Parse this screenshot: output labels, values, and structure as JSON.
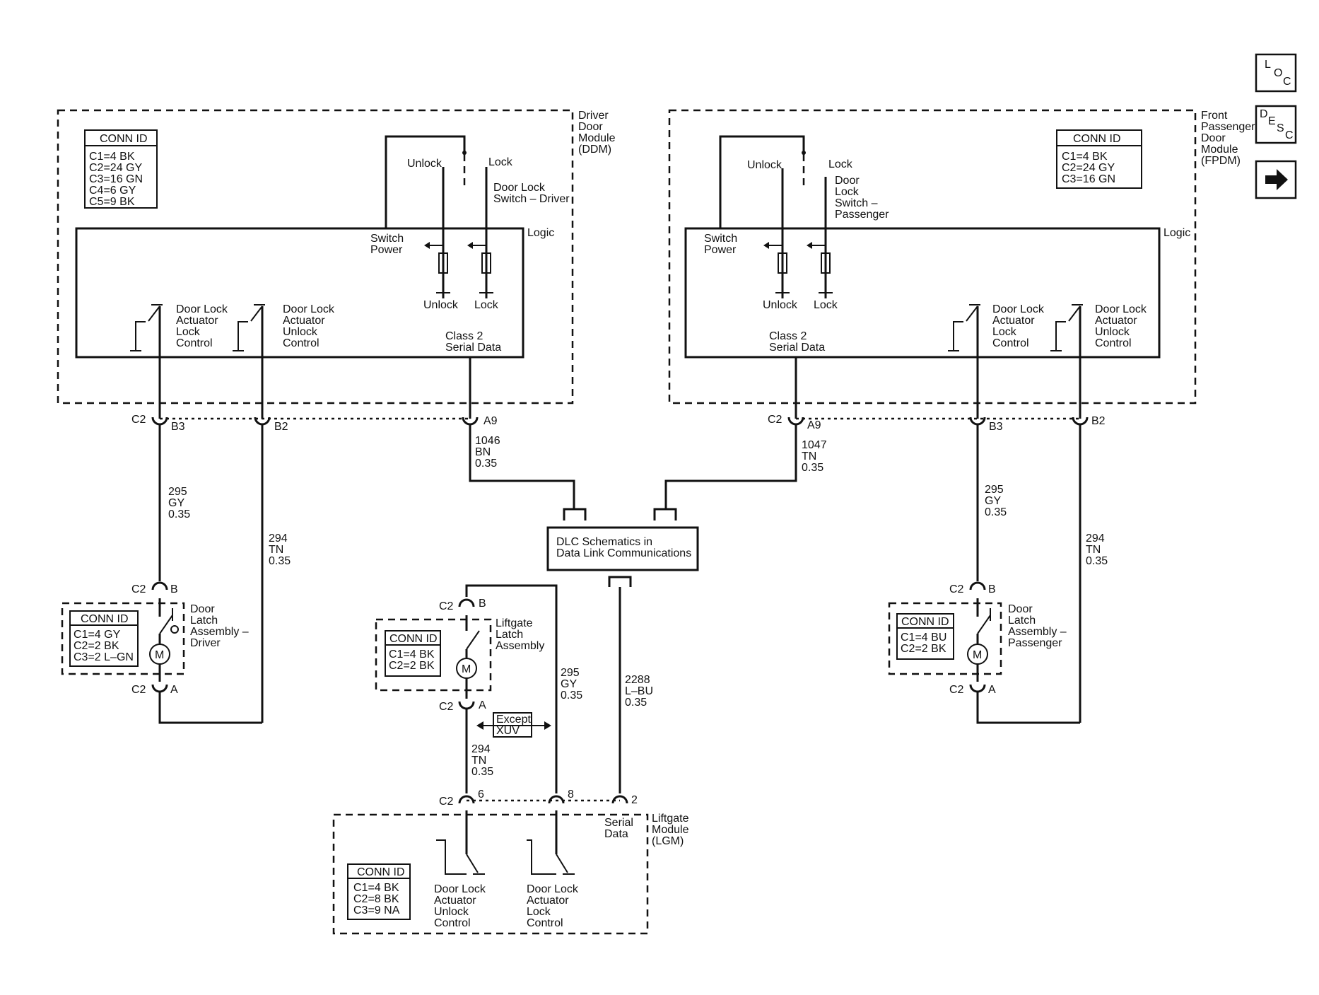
{
  "nav": {
    "loc": [
      "L",
      "O",
      "C"
    ],
    "desc": [
      "D",
      "E",
      "S",
      "C"
    ],
    "next_icon": "arrow-right-icon"
  },
  "ddm": {
    "title": [
      "Driver",
      "Door",
      "Module",
      "(DDM)"
    ],
    "conn_id": {
      "header": "CONN ID",
      "rows": [
        "C1=4 BK",
        "C2=24 GY",
        "C3=16 GN",
        "C4=6 GY",
        "C5=9 BK"
      ]
    },
    "unlock": "Unlock",
    "lock": "Lock",
    "switch_label": [
      "Door Lock",
      "Switch – Driver"
    ],
    "logic": "Logic",
    "switch_power": [
      "Switch",
      "Power"
    ],
    "gnd_unlock": "Unlock",
    "gnd_lock": "Lock",
    "act_lock": [
      "Door Lock",
      "Actuator",
      "Lock",
      "Control"
    ],
    "act_unlock": [
      "Door Lock",
      "Actuator",
      "Unlock",
      "Control"
    ],
    "serial": [
      "Class 2",
      "Serial Data"
    ],
    "conn": "C2",
    "pins": [
      "B3",
      "B2",
      "A9"
    ]
  },
  "fpdm": {
    "title": [
      "Front",
      "Passenger",
      "Door",
      "Module",
      "(FPDM)"
    ],
    "conn_id": {
      "header": "CONN ID",
      "rows": [
        "C1=4 BK",
        "C2=24 GY",
        "C3=16 GN"
      ]
    },
    "unlock": "Unlock",
    "lock": "Lock",
    "switch_label": [
      "Door",
      "Lock",
      "Switch –",
      "Passenger"
    ],
    "logic": "Logic",
    "switch_power": [
      "Switch",
      "Power"
    ],
    "gnd_unlock": "Unlock",
    "gnd_lock": "Lock",
    "act_lock": [
      "Door Lock",
      "Actuator",
      "Lock",
      "Control"
    ],
    "act_unlock": [
      "Door Lock",
      "Actuator",
      "Unlock",
      "Control"
    ],
    "serial": [
      "Class 2",
      "Serial Data"
    ],
    "conn": "C2",
    "pins": [
      "A9",
      "B3",
      "B2"
    ]
  },
  "wires": {
    "w1046": [
      "1046",
      "BN",
      "0.35"
    ],
    "w1047": [
      "1047",
      "TN",
      "0.35"
    ],
    "w295_left": [
      "295",
      "GY",
      "0.35"
    ],
    "w294_left": [
      "294",
      "TN",
      "0.35"
    ],
    "w295_right": [
      "295",
      "GY",
      "0.35"
    ],
    "w294_right": [
      "294",
      "TN",
      "0.35"
    ],
    "w295_lift": [
      "295",
      "GY",
      "0.35"
    ],
    "w294_lift": [
      "294",
      "TN",
      "0.35"
    ],
    "w2288": [
      "2288",
      "L–BU",
      "0.35"
    ]
  },
  "dlc": {
    "text": [
      "DLC Schematics in",
      "Data Link Communications"
    ]
  },
  "latch_driver": {
    "title": [
      "Door",
      "Latch",
      "Assembly –",
      "Driver"
    ],
    "conn_id": {
      "header": "CONN ID",
      "rows": [
        "C1=4 GY",
        "C2=2 BK",
        "C3=2 L–GN"
      ]
    },
    "top_conn": "C2",
    "top_pin": "B",
    "bot_conn": "C2",
    "bot_pin": "A",
    "motor": "M"
  },
  "latch_passenger": {
    "title": [
      "Door",
      "Latch",
      "Assembly –",
      "Passenger"
    ],
    "conn_id": {
      "header": "CONN ID",
      "rows": [
        "C1=4 BU",
        "C2=2 BK"
      ]
    },
    "top_conn": "C2",
    "top_pin": "B",
    "bot_conn": "C2",
    "bot_pin": "A",
    "motor": "M"
  },
  "latch_liftgate": {
    "title": [
      "Liftgate",
      "Latch",
      "Assembly"
    ],
    "conn_id": {
      "header": "CONN ID",
      "rows": [
        "C1=4 BK",
        "C2=2 BK"
      ]
    },
    "top_conn": "C2",
    "top_pin": "B",
    "bot_conn": "C2",
    "bot_pin": "A",
    "motor": "M"
  },
  "except": [
    "Except",
    "XUV"
  ],
  "lgm": {
    "title": [
      "Liftgate",
      "Module",
      "(LGM)"
    ],
    "conn": "C2",
    "pins": [
      "6",
      "8",
      "2"
    ],
    "serial": [
      "Serial",
      "Data"
    ],
    "conn_id": {
      "header": "CONN ID",
      "rows": [
        "C1=4 BK",
        "C2=8 BK",
        "C3=9 NA"
      ]
    },
    "act_unlock": [
      "Door Lock",
      "Actuator",
      "Unlock",
      "Control"
    ],
    "act_lock": [
      "Door Lock",
      "Actuator",
      "Lock",
      "Control"
    ]
  }
}
